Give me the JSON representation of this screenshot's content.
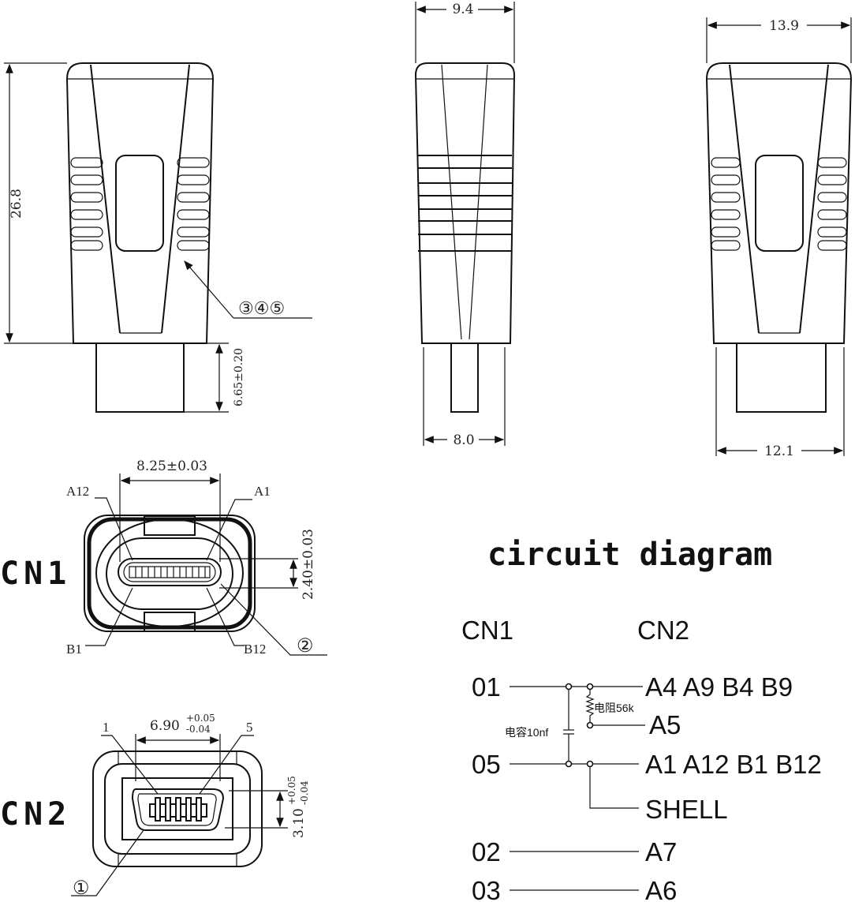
{
  "dimensions": {
    "length": "26.8",
    "plug_length": "6.65±0.20",
    "side_width_top": "9.4",
    "side_width_plug": "8.0",
    "width_top": "13.9",
    "width_plug": "12.1",
    "part_callout_345": "③④⑤"
  },
  "cn1": {
    "label": "CN1",
    "width": "8.25±0.03",
    "height": "2.40±0.03",
    "pins": [
      "A12",
      "A1",
      "B1",
      "B12"
    ],
    "callout": "②"
  },
  "cn2": {
    "label": "CN2",
    "width_main": "6.90",
    "width_tol_plus": "+0.05",
    "width_tol_minus": "-0.04",
    "height_main": "3.10",
    "height_tol_plus": "+0.05",
    "height_tol_minus": "-0.04",
    "pins": [
      "1",
      "5"
    ],
    "callout": "①"
  },
  "circuit": {
    "title": "circuit diagram",
    "col_cn1": "CN1",
    "col_cn2": "CN2",
    "resistor": "电阻56k",
    "capacitor": "电容10nf",
    "rows": [
      {
        "left": "01",
        "right": "A4 A9 B4 B9"
      },
      {
        "left": "",
        "right": "A5"
      },
      {
        "left": "05",
        "right": "A1 A12 B1 B12"
      },
      {
        "left": "",
        "right": "SHELL"
      },
      {
        "left": "02",
        "right": "A7"
      },
      {
        "left": "03",
        "right": "A6"
      }
    ]
  }
}
